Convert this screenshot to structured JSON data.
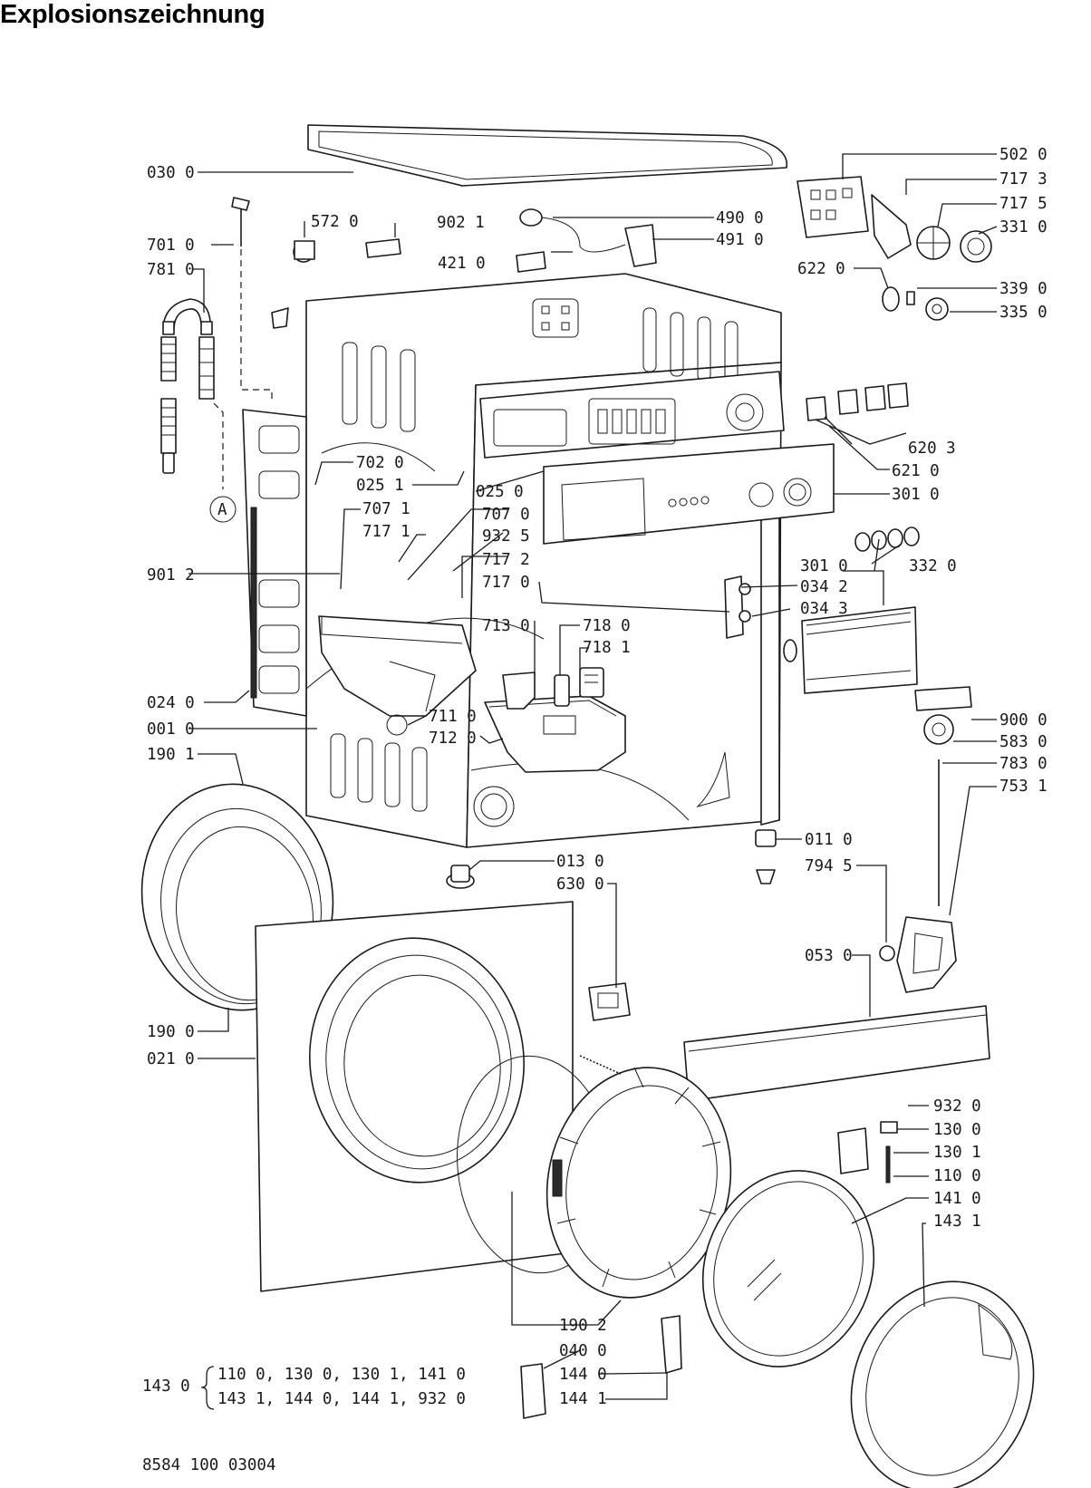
{
  "header": {
    "title": "Explosionszeichnung"
  },
  "document_number": "8584 100 03004",
  "marker": "A",
  "kit_note": {
    "label": "143 0",
    "line1": "110 0,  130 0,  130 1,  141 0",
    "line2": "143 1,  144 0,  144 1,  932 0"
  },
  "part_labels": [
    "030 0",
    "701 0",
    "781 0",
    "572 0",
    "902 1",
    "421 0",
    "490 0",
    "491 0",
    "502 0",
    "717 3",
    "717 5",
    "331 0",
    "622 0",
    "339 0",
    "335 0",
    "620 3",
    "621 0",
    "301 0",
    "702 0",
    "025 1",
    "025 0",
    "707 1",
    "717 1",
    "707 0",
    "932 5",
    "901 2",
    "717 2",
    "717 0",
    "332 0",
    "301 0",
    "034 2",
    "034 3",
    "713 0",
    "718 0",
    "718 1",
    "024 0",
    "711 0",
    "001 0",
    "712 0",
    "190 1",
    "900 0",
    "583 0",
    "783 0",
    "753 1",
    "011 0",
    "013 0",
    "794 5",
    "630 0",
    "053 0",
    "190 0",
    "021 0",
    "932 0",
    "130 0",
    "130 1",
    "110 0",
    "141 0",
    "143 1",
    "190 2",
    "040 0",
    "144 0",
    "144 1"
  ]
}
